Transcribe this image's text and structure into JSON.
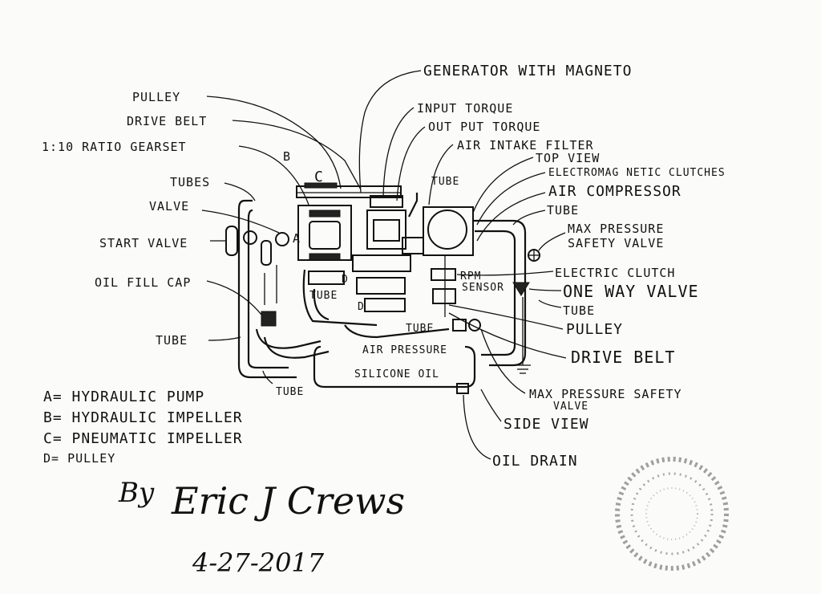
{
  "labels": {
    "generator": "GENERATOR WITH MAGNETO",
    "pulley_top": "PULLEY",
    "drive_belt_top": "DRIVE BELT",
    "gearset": "1:10 RATIO GEARSET",
    "b_marker": "B",
    "c_marker": "C",
    "a_marker": "A",
    "d_marker_1": "D",
    "d_marker_2": "D",
    "input_torque": "INPUT TORQUE",
    "output_torque": "OUT PUT TORQUE",
    "air_intake": "AIR INTAKE FILTER",
    "top_view": "TOP VIEW",
    "em_clutches": "ELECTROMAG NETIC CLUTCHES",
    "air_compressor": "AIR COMPRESSOR",
    "tube_right": "TUBE",
    "tube_top": "TUBE",
    "tubes": "TUBES",
    "valve": "VALVE",
    "start_valve": "START VALVE",
    "max_pressure_1": "MAX PRESSURE",
    "safety_valve_1": "SAFETY VALVE",
    "electric_clutch": "ELECTRIC CLUTCH",
    "rpm": "RPM",
    "sensor": "SENSOR",
    "one_way_valve": "ONE WAY VALVE",
    "tube_oneway": "TUBE",
    "pulley_right": "PULLEY",
    "oil_fill_cap": "OIL FILL CAP",
    "tube_center": "TUBE",
    "tube_inner": "TUBE",
    "tube_left": "TUBE",
    "air_pressure": "AIR PRESSURE",
    "silicone_oil": "SILICONE OIL",
    "drive_belt_right": "DRIVE BELT",
    "tube_bottom": "TUBE",
    "max_pressure_2": "MAX PRESSURE SAFETY",
    "valve_2": "VALVE",
    "side_view": "SIDE VIEW",
    "oil_drain": "OIL DRAIN"
  },
  "legend": [
    "A= HYDRAULIC PUMP",
    "B= HYDRAULIC IMPELLER",
    "C= PNEUMATIC IMPELLER",
    "D= PULLEY"
  ],
  "signature": {
    "by": "By",
    "name": "Eric J Crews",
    "date": "4-27-2017"
  }
}
